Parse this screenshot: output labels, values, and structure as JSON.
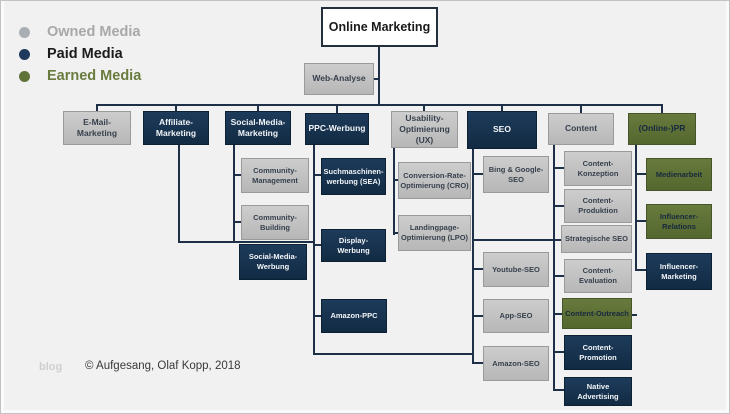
{
  "legend": {
    "items": [
      {
        "id": "owned",
        "label": "Owned Media",
        "color": "#a9aeb4"
      },
      {
        "id": "paid",
        "label": "Paid Media",
        "color": "#1f3a5c"
      },
      {
        "id": "earned",
        "label": "Earned Media",
        "color": "#5f7338"
      }
    ]
  },
  "root": {
    "label": "Online Marketing"
  },
  "nodes": {
    "web_analyse": {
      "label": "Web-Analyse",
      "media": "owned"
    },
    "email": {
      "label": "E-Mail-Marketing",
      "media": "owned"
    },
    "affiliate": {
      "label": "Affiliate-Marketing",
      "media": "paid"
    },
    "social": {
      "label": "Social-Media-Marketing",
      "media": "paid"
    },
    "ppc": {
      "label": "PPC-Werbung",
      "media": "paid"
    },
    "ux": {
      "label": "Usability-Optimierung (UX)",
      "media": "owned"
    },
    "seo": {
      "label": "SEO",
      "media": "paid"
    },
    "content": {
      "label": "Content",
      "media": "owned"
    },
    "pr": {
      "label": "(Online-)PR",
      "media": "earned"
    },
    "community_management": {
      "label": "Community-Management",
      "media": "owned"
    },
    "community_building": {
      "label": "Community-Building",
      "media": "owned"
    },
    "social_media_werbung": {
      "label": "Social-Media-Werbung",
      "media": "paid"
    },
    "sea": {
      "label": "Suchmaschinen-werbung (SEA)",
      "media": "paid"
    },
    "display_werbung": {
      "label": "Display-Werbung",
      "media": "paid"
    },
    "amazon_ppc": {
      "label": "Amazon-PPC",
      "media": "paid"
    },
    "cro": {
      "label": "Conversion-Rate-Optimierung (CRO)",
      "media": "owned"
    },
    "lpo": {
      "label": "Landingpage-Optimierung (LPO)",
      "media": "owned"
    },
    "bing_google_seo": {
      "label": "Bing & Google-SEO",
      "media": "owned"
    },
    "youtube_seo": {
      "label": "Youtube-SEO",
      "media": "owned"
    },
    "app_seo": {
      "label": "App-SEO",
      "media": "owned"
    },
    "amazon_seo": {
      "label": "Amazon-SEO",
      "media": "owned"
    },
    "content_konzeption": {
      "label": "Content-Konzeption",
      "media": "owned"
    },
    "content_produktion": {
      "label": "Content-Produktion",
      "media": "owned"
    },
    "strategische_seo": {
      "label": "Strategische SEO",
      "media": "owned"
    },
    "content_evaluation": {
      "label": "Content-Evaluation",
      "media": "owned"
    },
    "content_outreach": {
      "label": "Content-Outreach",
      "media": "earned"
    },
    "content_promotion": {
      "label": "Content-Promotion",
      "media": "paid"
    },
    "native_advertising": {
      "label": "Native Advertising",
      "media": "paid"
    },
    "medienarbeit": {
      "label": "Medienarbeit",
      "media": "earned"
    },
    "influencer_relations": {
      "label": "Influencer-Relations",
      "media": "earned"
    },
    "influencer_marketing": {
      "label": "Influencer-Marketing",
      "media": "paid"
    }
  },
  "footer": {
    "watermark": "blog",
    "copyright": "© Aufgesang, Olaf Kopp, 2018"
  },
  "colors": {
    "owned_fill": "#c2c2c2",
    "owned_text": "#37414d",
    "paid_fill": "#17334f",
    "paid_text": "#f2f5f8",
    "earned_fill": "#5d7034",
    "earned_text": "#16293f",
    "connector": "#1d3048",
    "background": "#f1f1f2",
    "root_border": "#232f3b"
  }
}
